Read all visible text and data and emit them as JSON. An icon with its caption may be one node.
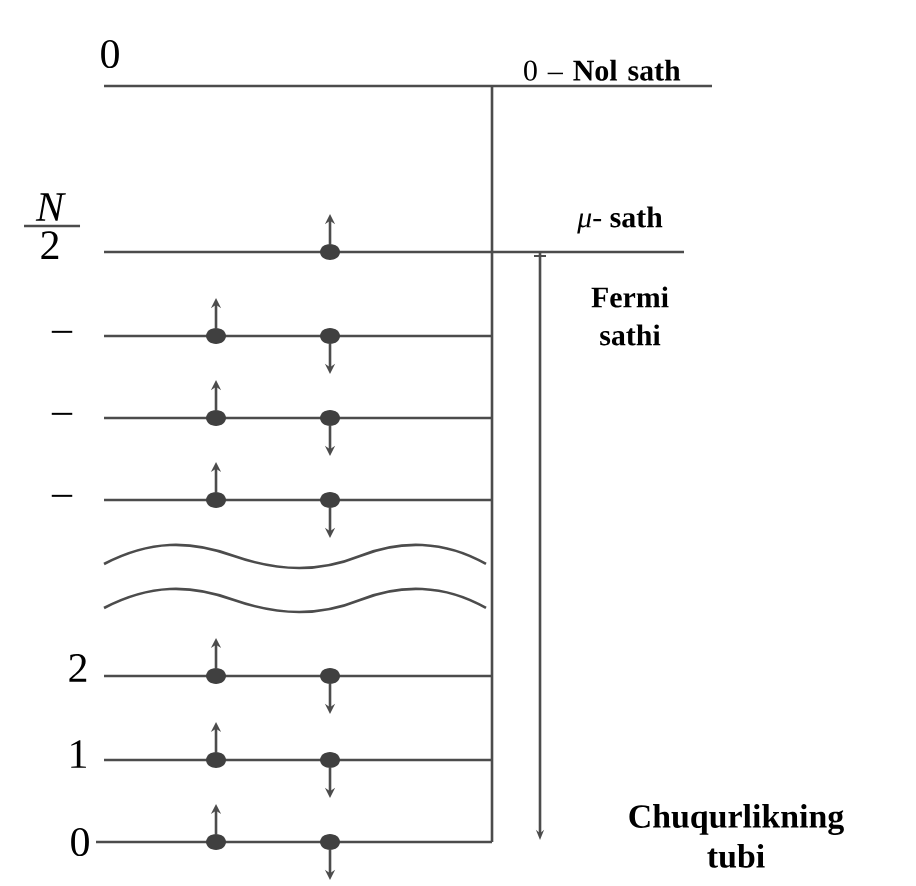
{
  "diagram": {
    "labels": [
      "0",
      "0 – **Nol sath**",
      "N",
      "2",
      "*μ*- **sath**",
      "Fermi sathi",
      "–",
      "–",
      "–",
      "2",
      "1",
      "0",
      "Chuqurlikning tubi"
    ]
  }
}
